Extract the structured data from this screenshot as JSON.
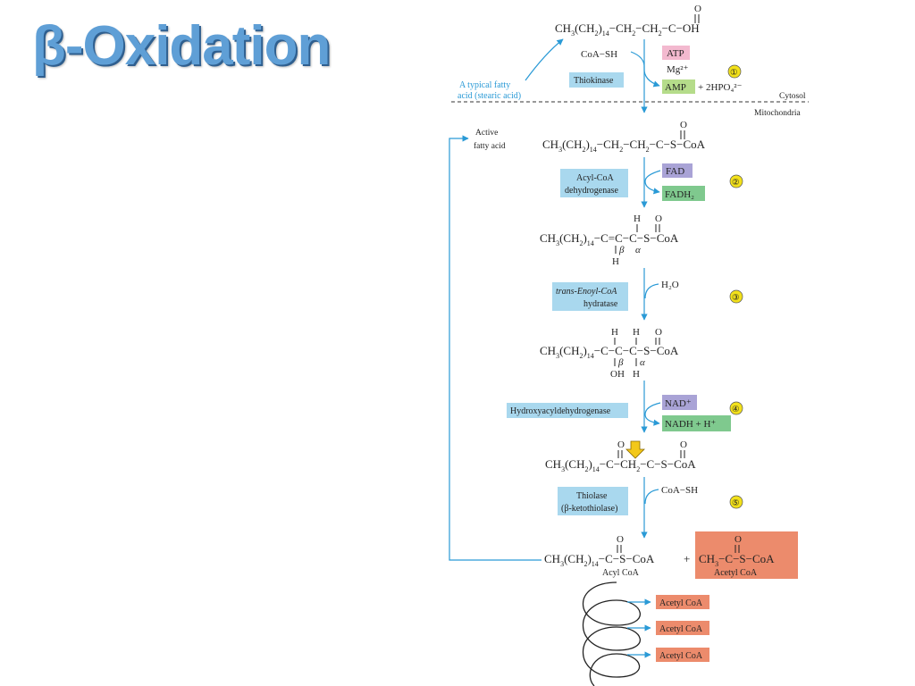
{
  "title": "β-Oxidation",
  "labels": {
    "stearic_acid": [
      "A typical fatty",
      "acid (stearic acid)"
    ],
    "cytosol": "Cytosol",
    "mitochondria": "Mitochondria",
    "active_fatty_acid": [
      "Active",
      "fatty acid"
    ],
    "coa_sh": "CoA−SH",
    "mg": "Mg²⁺",
    "h2o": "H₂O",
    "acyl_coa": "Acyl CoA",
    "acetyl_coa": "Acetyl CoA"
  },
  "enzymes": {
    "thiokinase": "Thiokinase",
    "acyl_coa_dh": [
      "Acyl-CoA",
      "dehydrogenase"
    ],
    "hydratase": [
      "trans-Enoyl-CoA",
      "hydratase"
    ],
    "hydroxyacyl_dh": "Hydroxyacyldehydrogenase",
    "thiolase": [
      "Thiolase",
      "(β-ketothiolase)"
    ]
  },
  "cofactors": {
    "atp": "ATP",
    "amp": "AMP",
    "hpo4": "+ 2HPO₄²⁻",
    "fad": "FAD",
    "fadh2": "FADH₂",
    "nad": "NAD⁺",
    "nadh": "NADH + H⁺"
  },
  "steps": [
    "①",
    "②",
    "③",
    "④",
    "⑤"
  ],
  "cycle_outputs": [
    "Acetyl CoA",
    "Acetyl CoA",
    "Acetyl CoA"
  ],
  "colors": {
    "enzyme_box": "#a9d8ee",
    "atp_box": "#f3b9cf",
    "amp_box": "#b5dc8a",
    "fad_box": "#a9a3d6",
    "fadh2_box": "#7fc98e",
    "nad_box": "#a9a3d6",
    "nadh_box": "#7fc98e",
    "acetyl_box": "#ec8b6c",
    "arrow": "#2a9ad6",
    "step_circle": "#f3e11a"
  }
}
